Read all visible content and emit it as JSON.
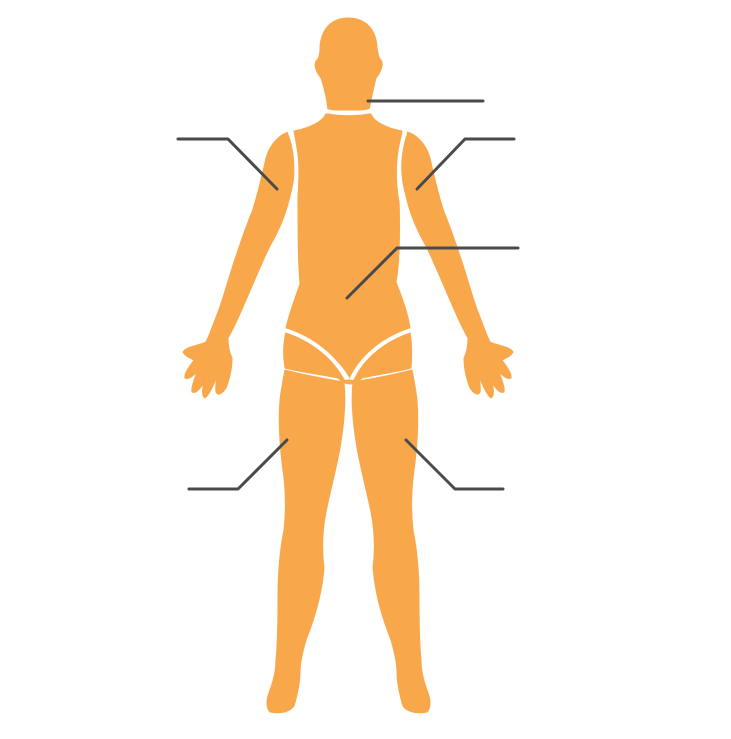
{
  "figure": {
    "body_color": "#F8A84A",
    "outline_color": "#FFFFFF",
    "leader_line_color": "#4A4A4A",
    "background": "#FFFFFF"
  },
  "body_regions": [
    {
      "id": "head"
    },
    {
      "id": "neck"
    },
    {
      "id": "torso"
    },
    {
      "id": "left-arm"
    },
    {
      "id": "right-arm"
    },
    {
      "id": "pelvis"
    },
    {
      "id": "left-leg"
    },
    {
      "id": "right-leg"
    }
  ],
  "labels": [
    {
      "region": "neck",
      "text": ""
    },
    {
      "region": "left-arm",
      "text": ""
    },
    {
      "region": "right-arm",
      "text": ""
    },
    {
      "region": "torso",
      "text": ""
    },
    {
      "region": "left-leg",
      "text": ""
    },
    {
      "region": "right-leg",
      "text": ""
    }
  ]
}
